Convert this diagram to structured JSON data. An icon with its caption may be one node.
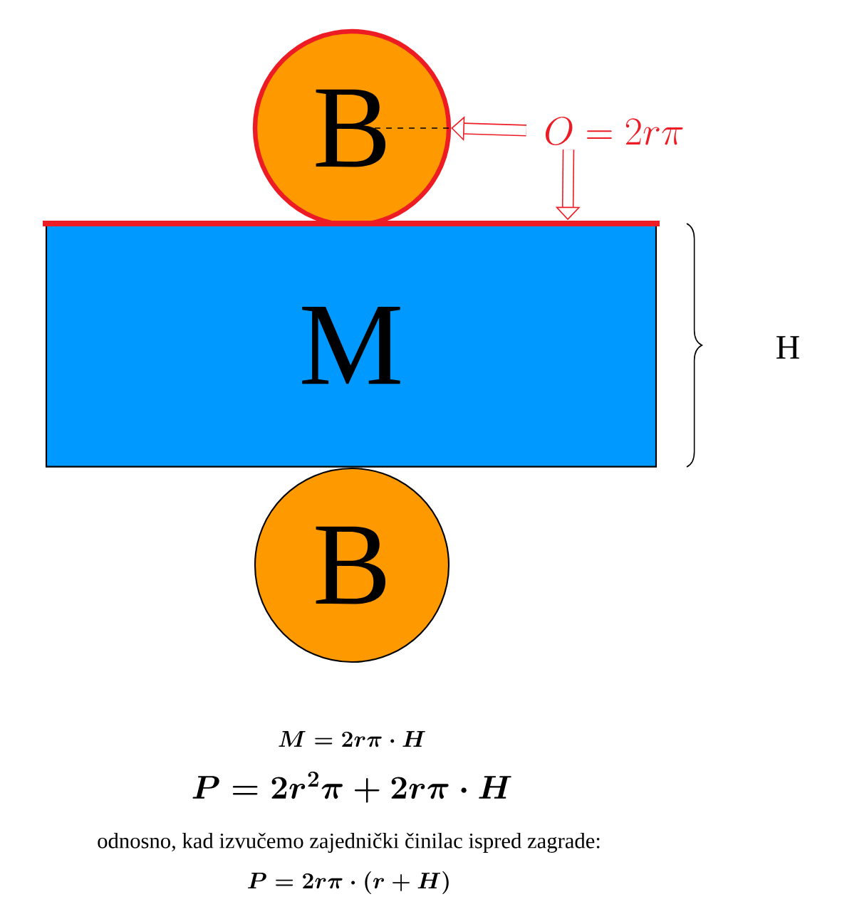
{
  "diagram": {
    "nodes": [
      {
        "text": [
          "B"
        ]
      },
      {
        "text": [
          "M"
        ]
      },
      {
        "text": [
          "B"
        ]
      },
      {
        "text": [
          "O = 2r\\pi"
        ]
      }
    ],
    "edges": [
      {
        "from": 3,
        "to": 0,
        "arrow": "to"
      },
      {
        "from": 3,
        "to": 1,
        "arrow": "to"
      }
    ],
    "labels": [
      "H",
      "M = 2r\\pi \\cdot H",
      "P = 2r^2\\pi + 2r\\pi \\cdot H",
      "odnosno, kad izvučemo zajednički činilac ispred zagrade:",
      "P = 2r\\pi \\cdot (r + H)"
    ]
  }
}
